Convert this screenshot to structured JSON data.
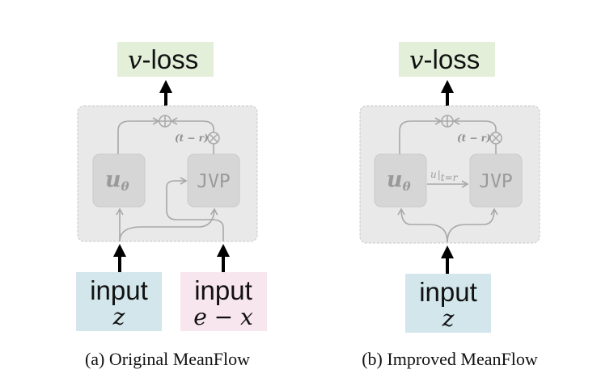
{
  "panels": [
    {
      "id": "a",
      "caption": "(a) Original MeanFlow",
      "loss": {
        "var": "v",
        "text": "-loss"
      },
      "nodes": {
        "u_main": "u",
        "u_sub": "θ",
        "jvp": "JVP"
      },
      "scale_label": "(t − r)",
      "inputs": [
        {
          "label": "input",
          "var": "z"
        },
        {
          "label": "input",
          "var": "e − x"
        }
      ]
    },
    {
      "id": "b",
      "caption": "(b) Improved MeanFlow",
      "loss": {
        "var": "v",
        "text": "-loss"
      },
      "nodes": {
        "u_main": "u",
        "u_sub": "θ",
        "jvp": "JVP"
      },
      "scale_label": "(t − r)",
      "edge_label": {
        "main": "u",
        "sub": "t=r"
      },
      "inputs": [
        {
          "label": "input",
          "var": "z"
        }
      ]
    }
  ],
  "colors": {
    "loss_box": "#e3efd9",
    "input_z_box": "#d2e6ec",
    "input_ex_box": "#f8e6ee",
    "module_box": "#e9e9e9",
    "node_box": "#d6d6d6",
    "gray_line": "#a8a8a8",
    "arrow": "#000000"
  }
}
